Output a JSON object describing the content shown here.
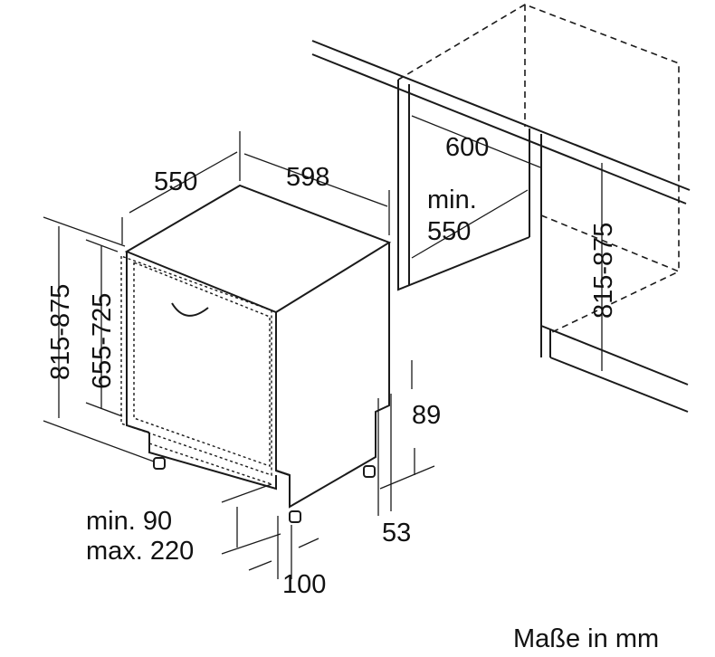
{
  "dimensions": {
    "depth": "550",
    "width": "598",
    "niche_width": "600",
    "niche_depth_min_label": "min.",
    "niche_depth_min_value": "550",
    "niche_height": "815-875",
    "appliance_height": "815-875",
    "door_height": "655-725",
    "plinth_height": "89",
    "plinth_depth": "53",
    "foot_min": "min. 90",
    "foot_max": "max. 220",
    "foot_offset": "100"
  },
  "caption": "Maße in mm"
}
